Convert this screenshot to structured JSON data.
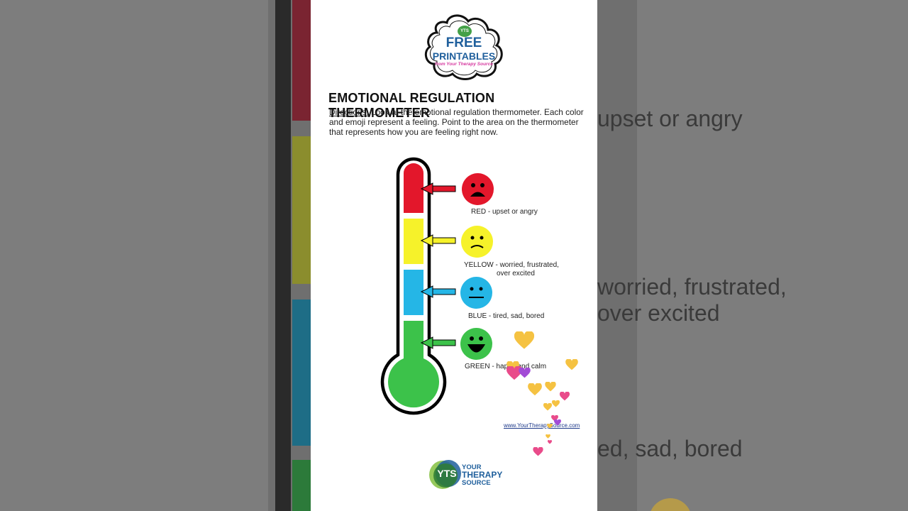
{
  "background_text": {
    "line_red": "upset or angry",
    "line_yellow1": "worried, frustrated,",
    "line_yellow2": "over excited",
    "line_blue": "ed, sad, bored"
  },
  "logo": {
    "badge": "YTS",
    "free": "FREE",
    "printables": "PRINTABLES",
    "from": "from Your Therapy Source"
  },
  "title": "EMOTIONAL REGULATION THERMOMETER",
  "directions": {
    "label": "Directions:",
    "text": " Look at the emotional regulation thermometer. Each color and emoji represent a feeling. Point to the area on the thermometer that represents how you are feeling right now."
  },
  "levels": {
    "red": {
      "label": "RED - upset or angry",
      "color": "#e3172b",
      "face": "angry-face-icon"
    },
    "yellow": {
      "label": "YELLOW - worried, frustrated,",
      "label2": "over excited",
      "color": "#f6f22a",
      "face": "worried-face-icon"
    },
    "blue": {
      "label": "BLUE - tired, sad, bored",
      "color": "#25b6e6",
      "face": "neutral-face-icon"
    },
    "green": {
      "label": "GREEN - happy and calm",
      "color": "#3cc24a",
      "face": "happy-face-icon"
    }
  },
  "url": "www.YourTherapySource.com",
  "footer_logo": {
    "mark": "YTS",
    "line1": "YOUR",
    "line2": "THERAPY",
    "line3": "SOURCE"
  },
  "colors": {
    "brand_blue": "#1f5f9c",
    "brand_green": "#43a047",
    "heart_gold": "#f5c242",
    "heart_pink": "#e94b8a"
  }
}
